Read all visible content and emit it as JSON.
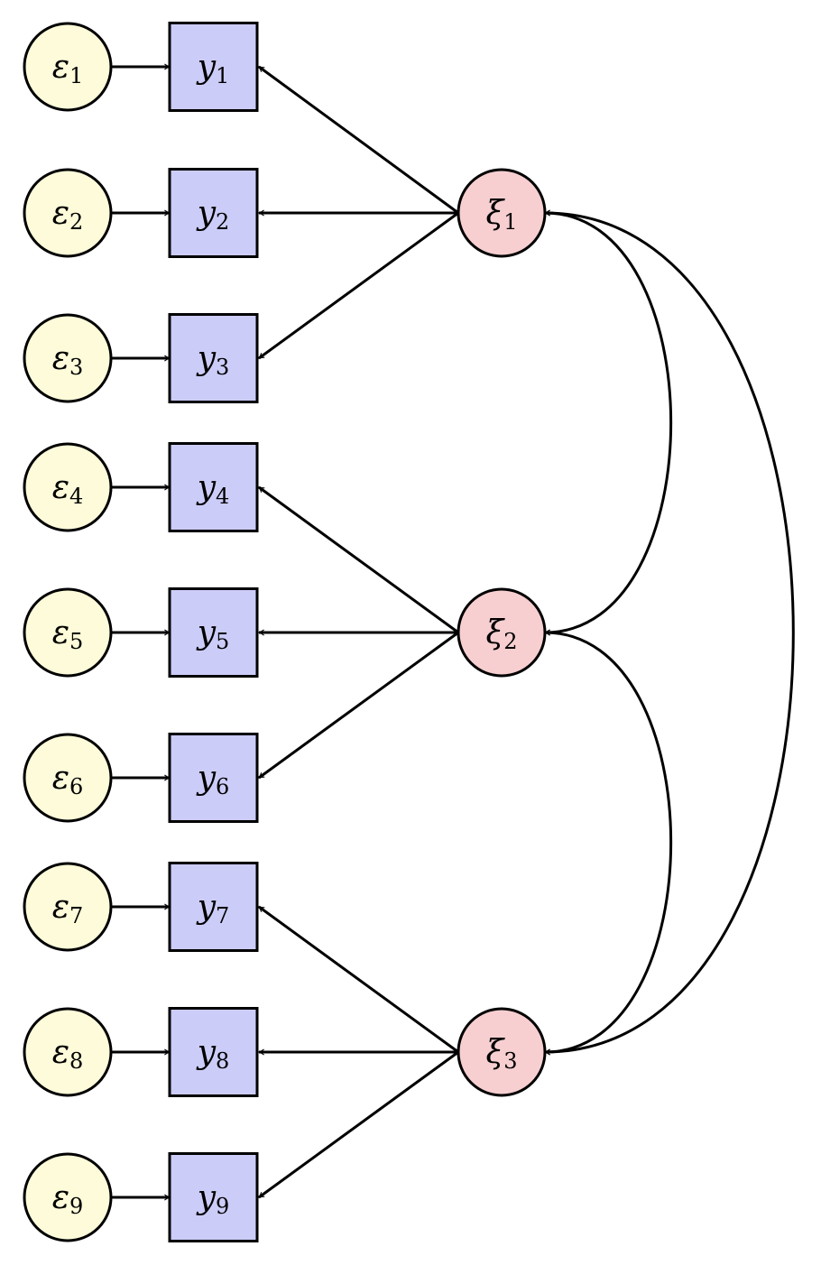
{
  "title": "Three-factor confirmatory factor analysis path diagram",
  "colors": {
    "error_fill": "#fdfbd9",
    "indicator_fill": "#ccccf8",
    "factor_fill": "#f7cfd1",
    "stroke": "#000000"
  },
  "errors": [
    {
      "symbol": "ε",
      "sub": "1"
    },
    {
      "symbol": "ε",
      "sub": "2"
    },
    {
      "symbol": "ε",
      "sub": "3"
    },
    {
      "symbol": "ε",
      "sub": "4"
    },
    {
      "symbol": "ε",
      "sub": "5"
    },
    {
      "symbol": "ε",
      "sub": "6"
    },
    {
      "symbol": "ε",
      "sub": "7"
    },
    {
      "symbol": "ε",
      "sub": "8"
    },
    {
      "symbol": "ε",
      "sub": "9"
    }
  ],
  "indicators": [
    {
      "symbol": "y",
      "sub": "1"
    },
    {
      "symbol": "y",
      "sub": "2"
    },
    {
      "symbol": "y",
      "sub": "3"
    },
    {
      "symbol": "y",
      "sub": "4"
    },
    {
      "symbol": "y",
      "sub": "5"
    },
    {
      "symbol": "y",
      "sub": "6"
    },
    {
      "symbol": "y",
      "sub": "7"
    },
    {
      "symbol": "y",
      "sub": "8"
    },
    {
      "symbol": "y",
      "sub": "9"
    }
  ],
  "factors": [
    {
      "symbol": "ξ",
      "sub": "1",
      "indicators": [
        0,
        1,
        2
      ]
    },
    {
      "symbol": "ξ",
      "sub": "2",
      "indicators": [
        3,
        4,
        5
      ]
    },
    {
      "symbol": "ξ",
      "sub": "3",
      "indicators": [
        6,
        7,
        8
      ]
    }
  ],
  "covariances": [
    {
      "from": 0,
      "to": 1
    },
    {
      "from": 1,
      "to": 2
    },
    {
      "from": 0,
      "to": 2
    }
  ]
}
